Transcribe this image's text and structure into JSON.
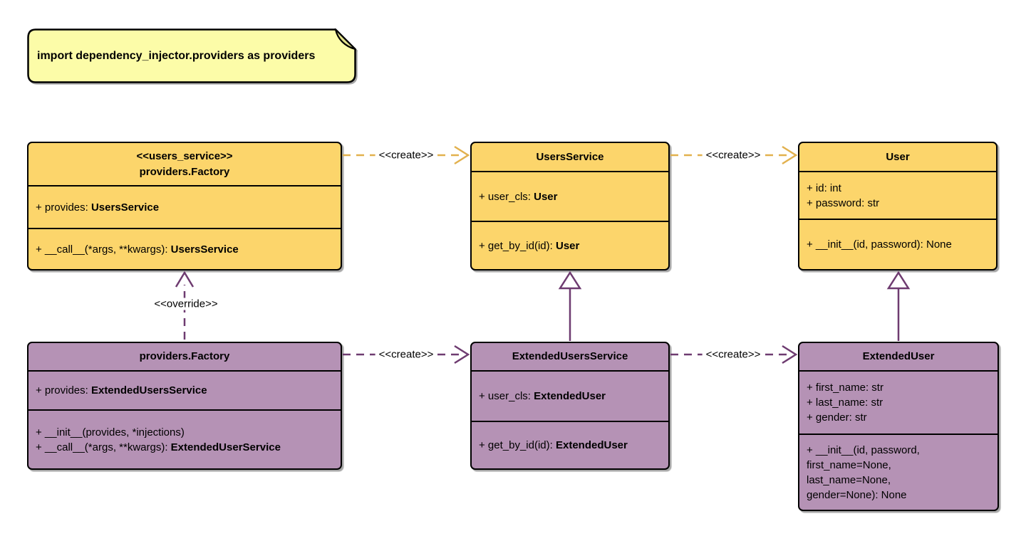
{
  "note": {
    "text": "import dependency_injector.providers as providers"
  },
  "edges": {
    "create_label": "<<create>>",
    "override_label": "<<override>>"
  },
  "classes": {
    "users_factory": {
      "stereotype": "<<users_service>>",
      "name": "providers.Factory",
      "attr_prefix": "+ provides: ",
      "attr_type": "UsersService",
      "method_prefix": "+ __call__(*args, **kwargs): ",
      "method_type": "UsersService"
    },
    "users_service": {
      "name": "UsersService",
      "attr_prefix": "+ user_cls: ",
      "attr_type": "User",
      "method_prefix": "+ get_by_id(id): ",
      "method_type": "User"
    },
    "user": {
      "name": "User",
      "attr1": "+ id: int",
      "attr2": "+ password: str",
      "method": "+ __init__(id, password): None"
    },
    "extended_factory": {
      "name": "providers.Factory",
      "attr_prefix": "+ provides: ",
      "attr_type": "ExtendedUsersService",
      "method1": "+ __init__(provides, *injections)",
      "method2_prefix": "+ __call__(*args, **kwargs): ",
      "method2_type": "ExtendedUserService"
    },
    "extended_users_service": {
      "name": "ExtendedUsersService",
      "attr_prefix": "+ user_cls: ",
      "attr_type": "ExtendedUser",
      "method_prefix": "+ get_by_id(id): ",
      "method_type": "ExtendedUser"
    },
    "extended_user": {
      "name": "ExtendedUser",
      "attr1": "+ first_name: str",
      "attr2": "+ last_name: str",
      "attr3": "+ gender: str",
      "method_line1": "+ __init__(id, password,",
      "method_line2": "first_name=None,",
      "method_line3": "last_name=None,",
      "method_line4": "gender=None): None"
    }
  },
  "colors": {
    "class_yellow_fill": "#FCD56B",
    "class_purple_fill": "#B592B5",
    "note_fill": "#FCFCA8",
    "note_fold_fill": "#E3E38C",
    "edge_gold": "#E2B14E",
    "edge_purple": "#6E3B70",
    "border": "#000000"
  }
}
